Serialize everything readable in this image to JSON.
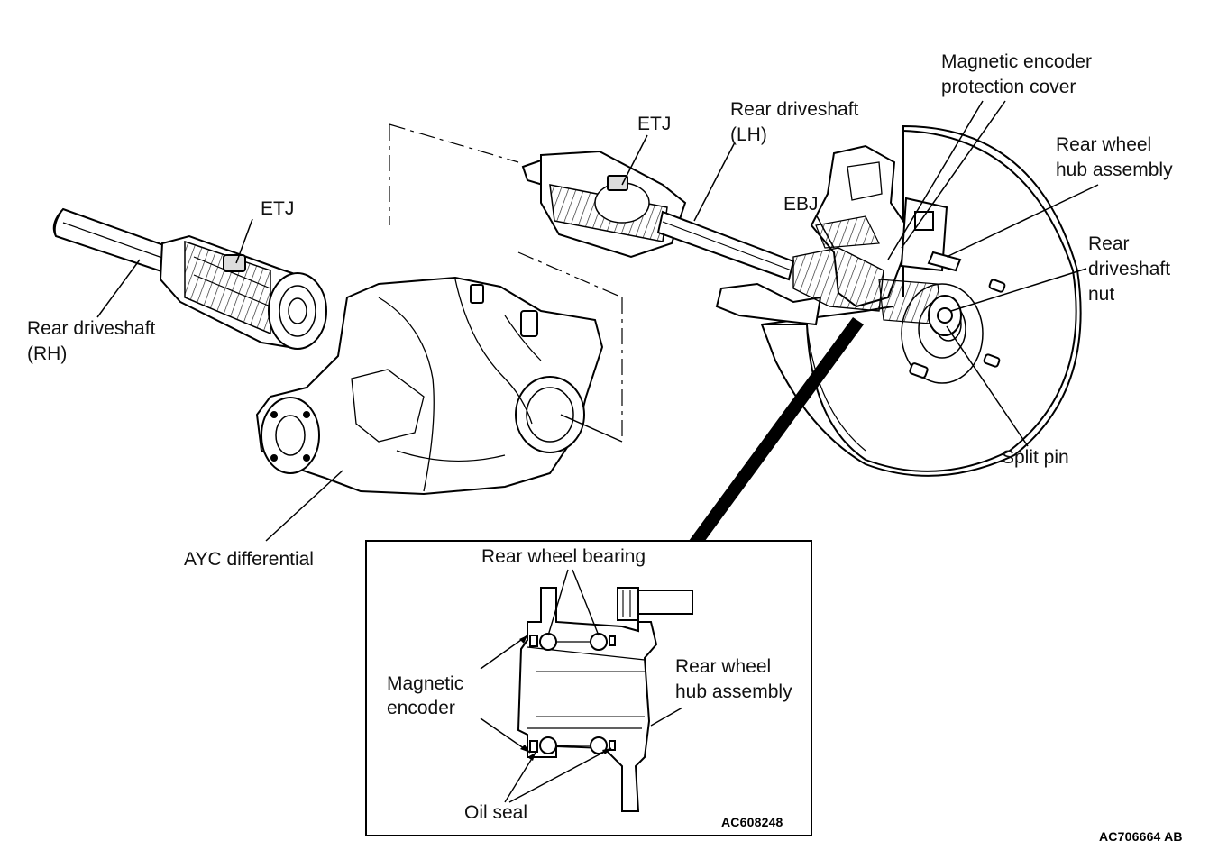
{
  "labels": {
    "etj_rh": "ETJ",
    "rear_driveshaft_rh_line1": "Rear driveshaft",
    "rear_driveshaft_rh_line2": "(RH)",
    "ayc_differential": "AYC differential",
    "etj_lh": "ETJ",
    "rear_driveshaft_lh_line1": "Rear driveshaft",
    "rear_driveshaft_lh_line2": "(LH)",
    "magnetic_encoder_cover_line1": "Magnetic encoder",
    "magnetic_encoder_cover_line2": "protection cover",
    "rear_wheel_hub_line1": "Rear wheel",
    "rear_wheel_hub_line2": "hub assembly",
    "ebj": "EBJ",
    "rear_driveshaft_nut_line1": "Rear",
    "rear_driveshaft_nut_line2": "driveshaft",
    "rear_driveshaft_nut_line3": "nut",
    "split_pin": "Split pin"
  },
  "detail": {
    "rear_wheel_bearing": "Rear wheel bearing",
    "magnetic_encoder_line1": "Magnetic",
    "magnetic_encoder_line2": "encoder",
    "hub_assembly_line1": "Rear wheel",
    "hub_assembly_line2": "hub assembly",
    "oil_seal": "Oil seal",
    "code": "AC608248"
  },
  "figure_code": "AC706664 AB"
}
